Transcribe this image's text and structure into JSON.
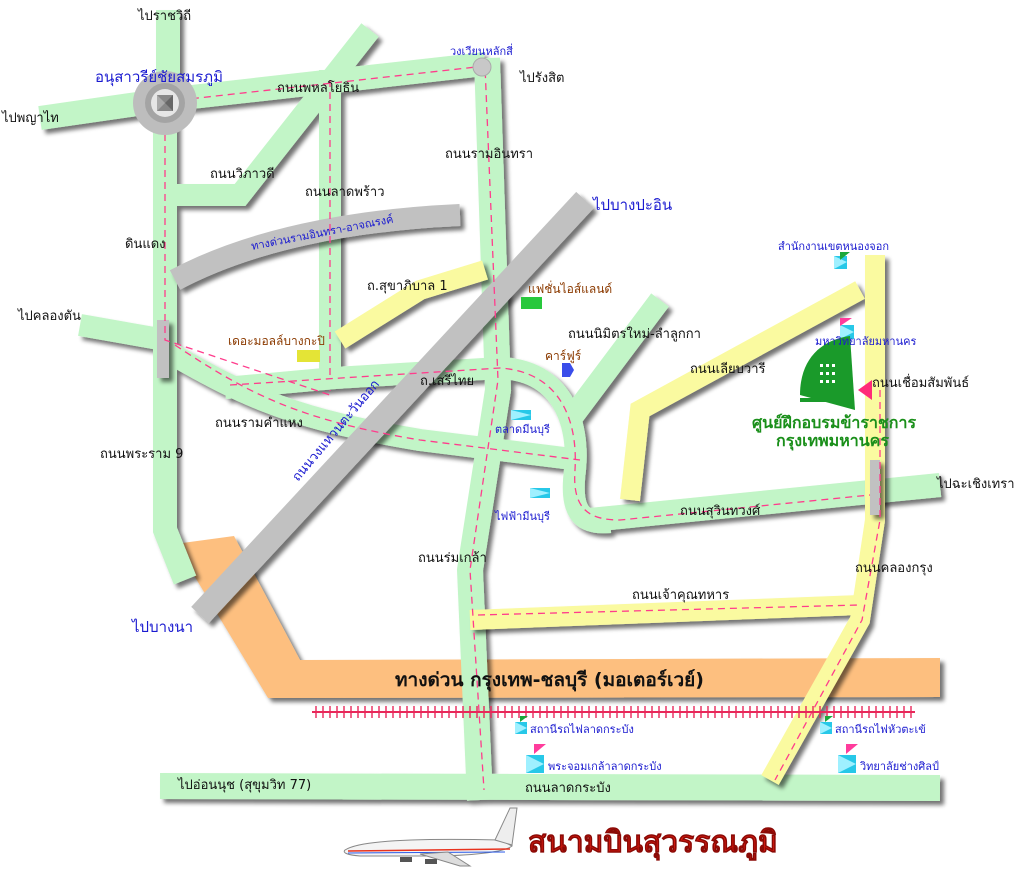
{
  "map": {
    "colors": {
      "main_road": "#c2f5c7",
      "secondary_road": "#fafaa0",
      "expressway": "#c1c1c1",
      "motorway": "#fdbf7f",
      "route_dash": "#ff3c8c",
      "rail": "#e8285a",
      "title_red": "#e41b10",
      "destination_green": "#1a8f1a"
    },
    "directions": {
      "to_ratchawithi": "ไปราชวิถี",
      "to_phayathai": "ไปพญาไท",
      "to_rangsit": "ไปรังสิต",
      "to_bang_pa_in": "ไปบางปะอิน",
      "to_khlong_ton": "ไปคลองตัน",
      "to_bang_na": "ไปบางนา",
      "to_chachoengsao": "ไปฉะเชิงเทรา",
      "to_on_nut": "ไปอ่อนนุช (สุขุมวิท 77)"
    },
    "landmarks": {
      "victory_monument": "อนุสาวรีย์ชัยสมรภูมิ",
      "lak_si_circle": "วงเวียนหลักสี่",
      "din_daeng": "ดินแดง",
      "the_mall_bangkapi": "เดอะมอลล์บางกะปิ",
      "fashion_island": "แฟชั่นไอส์แลนด์",
      "carrefour": "คาร์ฟูร์",
      "nong_chok_district_office": "สำนักงานเขตหนองจอก",
      "mahanakorn_university": "มหาวิทยาลัยมหานคร",
      "min_buri_market": "ตลาดมีนบุรี",
      "min_buri_power": "ไฟฟ้ามีนบุรี",
      "lat_krabang_station": "สถานีรถไฟลาดกระบัง",
      "hua_takhe_station": "สถานีรถไฟหัวตะเข้",
      "kmitl": "พระจอมเกล้าลาดกระบัง",
      "arts_college": "วิทยาลัยช่างศิลป์"
    },
    "roads": {
      "phahonyothin": "ถนนพหลโยธิน",
      "vibhavadi": "ถนนวิภาวดี",
      "lat_phrao": "ถนนลาดพร้าว",
      "ram_inthra": "ถนนรามอินทรา",
      "ram_inthra_expressway": "ทางด่วนรามอินทรา-อาจณรงค์",
      "sukhaphiban_1": "ถ.สุขาภิบาล 1",
      "seri_thai": "ถ.เสรีไทย",
      "nimit_mai": "ถนนนิมิตรใหม่-ลำลูกกา",
      "liab_wari": "ถนนเลียบวารี",
      "chueam_samphan": "ถนนเชื่อมสัมพันธ์",
      "ramkhamhaeng": "ถนนรามคำแหง",
      "rama_9": "ถนนพระราม 9",
      "eastern_ring": "ถนนวงแหวนตะวันออก",
      "suwinthawong": "ถนนสุวินทวงศ์",
      "khlong_krung": "ถนนคลองกรุง",
      "chao_khun_thahan": "ถนนเจ้าคุณทหาร",
      "romklao": "ถนนร่มเกล้า",
      "lat_krabang": "ถนนลาดกระบัง",
      "motorway": "ทางด่วน กรุงเทพ-ชลบุรี (มอเตอร์เวย์)"
    },
    "destination": {
      "line1": "ศูนย์ฝึกอบรมข้าราชการ",
      "line2": "กรุงเทพมหานคร"
    },
    "airport": {
      "label": "สนามบินสุวรรณภูมิ",
      "icon": "airplane-icon"
    }
  }
}
